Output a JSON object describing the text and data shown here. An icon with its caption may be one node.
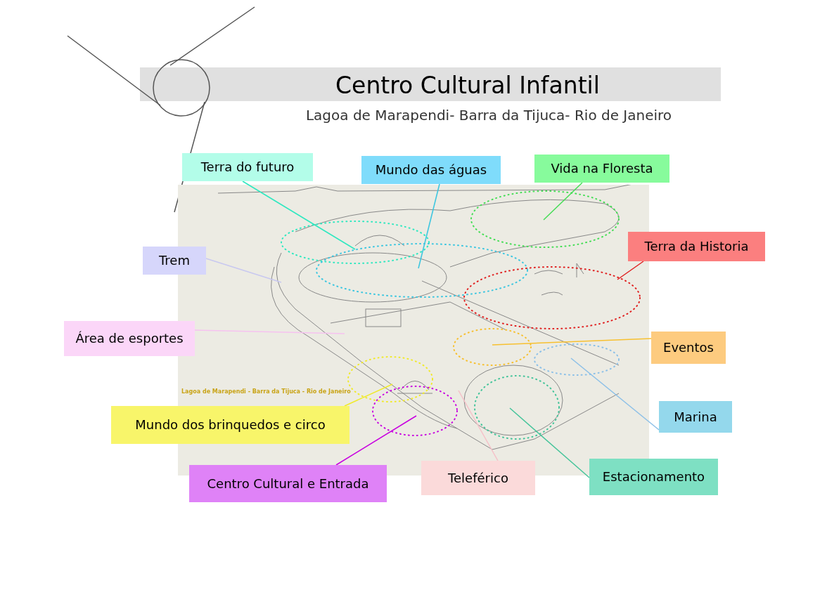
{
  "diagram": {
    "title": "Centro Cultural Infantil",
    "caption": "Lagoa de Marapendi- Barra da Tijuca- Rio de Janeiro",
    "nodes": [
      {
        "text": [
          "Terra do futuro"
        ]
      },
      {
        "text": [
          "Mundo das águas"
        ]
      },
      {
        "text": [
          "Vida na Floresta"
        ]
      },
      {
        "text": [
          "Terra da Historia"
        ]
      },
      {
        "text": [
          "Trem"
        ]
      },
      {
        "text": [
          "Área de esportes"
        ]
      },
      {
        "text": [
          "Eventos"
        ]
      },
      {
        "text": [
          "Mundo dos brinquedos e circo"
        ]
      },
      {
        "text": [
          "Marina"
        ]
      },
      {
        "text": [
          "Centro Cultural e Entrada"
        ]
      },
      {
        "text": [
          "Teleférico"
        ]
      },
      {
        "text": [
          "Estacionamento"
        ]
      }
    ],
    "edges": [
      {
        "from": 0,
        "to": null,
        "arrow": "none",
        "color": "#2ee8c0"
      },
      {
        "from": 1,
        "to": null,
        "arrow": "none",
        "color": "#3cc6e0"
      },
      {
        "from": 2,
        "to": null,
        "arrow": "none",
        "color": "#44dd55"
      },
      {
        "from": 3,
        "to": null,
        "arrow": "none",
        "color": "#e02020"
      },
      {
        "from": 4,
        "to": null,
        "arrow": "none",
        "color": "#c8c8f0"
      },
      {
        "from": 5,
        "to": null,
        "arrow": "none",
        "color": "#f6c2f0"
      },
      {
        "from": 6,
        "to": null,
        "arrow": "none",
        "color": "#f7c030"
      },
      {
        "from": 7,
        "to": null,
        "arrow": "none",
        "color": "#f0ea2a"
      },
      {
        "from": 8,
        "to": null,
        "arrow": "none",
        "color": "#8cc0e8"
      },
      {
        "from": 9,
        "to": null,
        "arrow": "none",
        "color": "#c800e0"
      },
      {
        "from": 10,
        "to": null,
        "arrow": "none",
        "color": "#f6c0c8"
      },
      {
        "from": 11,
        "to": null,
        "arrow": "none",
        "color": "#44c49a"
      }
    ],
    "labels": [
      "Lagoa de Marapendi - Barra da Tijuca - Rio de Janeiro"
    ]
  }
}
